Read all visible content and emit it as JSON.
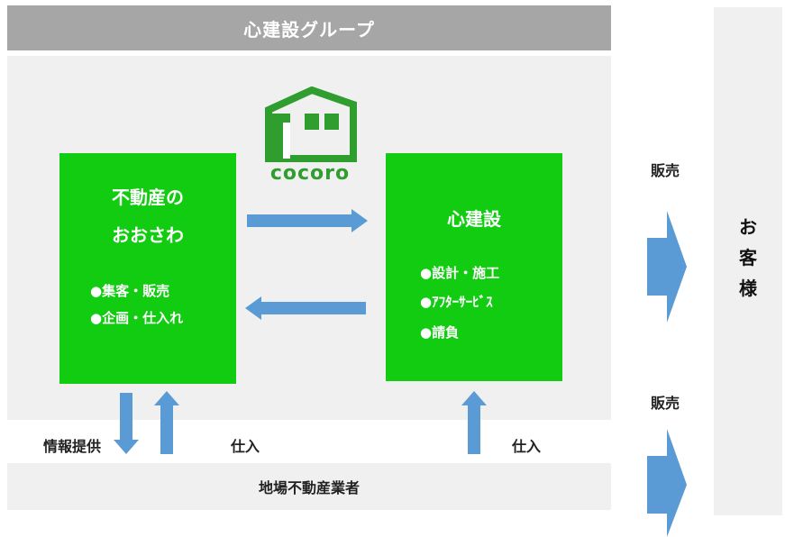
{
  "header": {
    "title": "心建設グループ"
  },
  "logo": {
    "text": "cocoro"
  },
  "left_box": {
    "title_line1": "不動産の",
    "title_line2": "おおさわ",
    "items": [
      "●集客・販売",
      "●企画・仕入れ"
    ]
  },
  "right_box": {
    "title": "心建設",
    "items": [
      "●設計・施工",
      "●ｱﾌﾀｰｻｰﾋﾞｽ",
      "●請負"
    ]
  },
  "labels": {
    "info_provision": "情報提供",
    "purchase_left": "仕入",
    "purchase_right": "仕入",
    "sales_top": "販売",
    "sales_bottom": "販売"
  },
  "supplier": {
    "label": "地場不動産業者"
  },
  "customer": {
    "chars": [
      "お",
      "客",
      "様"
    ]
  },
  "colors": {
    "green": "#11cc11",
    "arrow": "#5b9bd5",
    "header": "#a6a6a6",
    "panel": "#f0f0f0"
  }
}
